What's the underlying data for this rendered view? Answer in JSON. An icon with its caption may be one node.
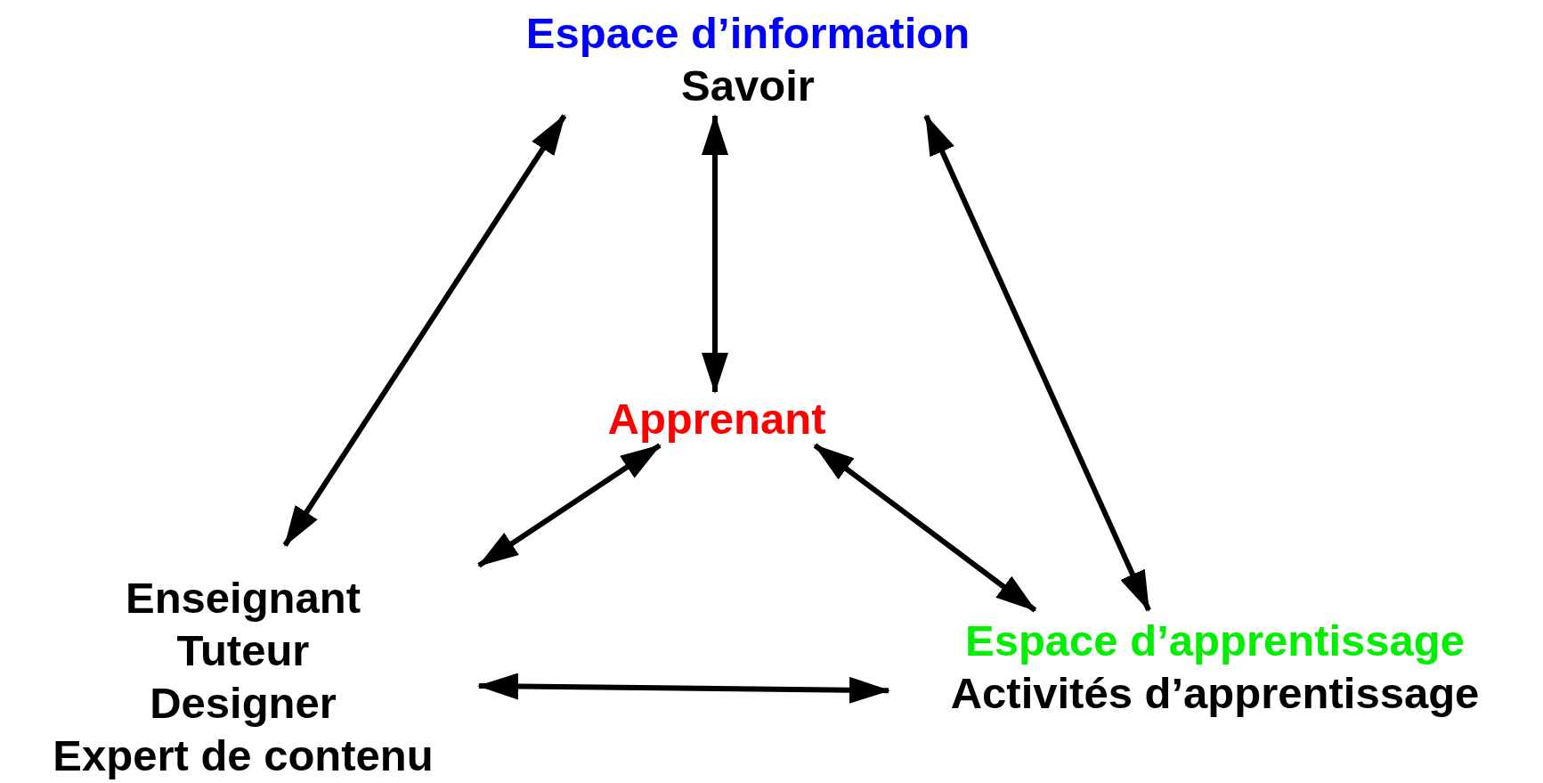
{
  "diagram": {
    "nodes": [
      {
        "text": [
          "Espace d’information",
          "Savoir"
        ]
      },
      {
        "text": [
          "Apprenant"
        ]
      },
      {
        "text": [
          "Enseignant",
          "Tuteur",
          "Designer",
          "Expert de contenu"
        ]
      },
      {
        "text": [
          "Espace d’apprentissage",
          "Activités d’apprentissage"
        ]
      }
    ],
    "edges": [
      {
        "from": 0,
        "to": 2,
        "arrow": "both"
      },
      {
        "from": 0,
        "to": 1,
        "arrow": "both"
      },
      {
        "from": 0,
        "to": 3,
        "arrow": "both"
      },
      {
        "from": 1,
        "to": 2,
        "arrow": "both"
      },
      {
        "from": 1,
        "to": 3,
        "arrow": "both"
      },
      {
        "from": 2,
        "to": 3,
        "arrow": "both"
      }
    ]
  }
}
